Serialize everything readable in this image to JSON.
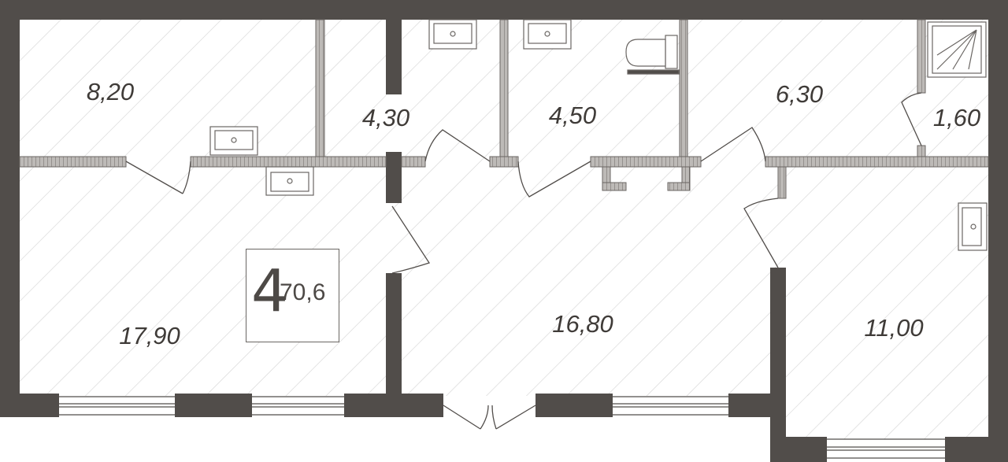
{
  "plan": {
    "apartment_number": "4",
    "total_area": "70,6",
    "wall_color": "#514d4a",
    "rooms": [
      {
        "area": "8,20"
      },
      {
        "area": "4,30"
      },
      {
        "area": "4,50"
      },
      {
        "area": "6,30"
      },
      {
        "area": "1,60"
      },
      {
        "area": "17,90"
      },
      {
        "area": "16,80"
      },
      {
        "area": "11,00"
      }
    ]
  }
}
